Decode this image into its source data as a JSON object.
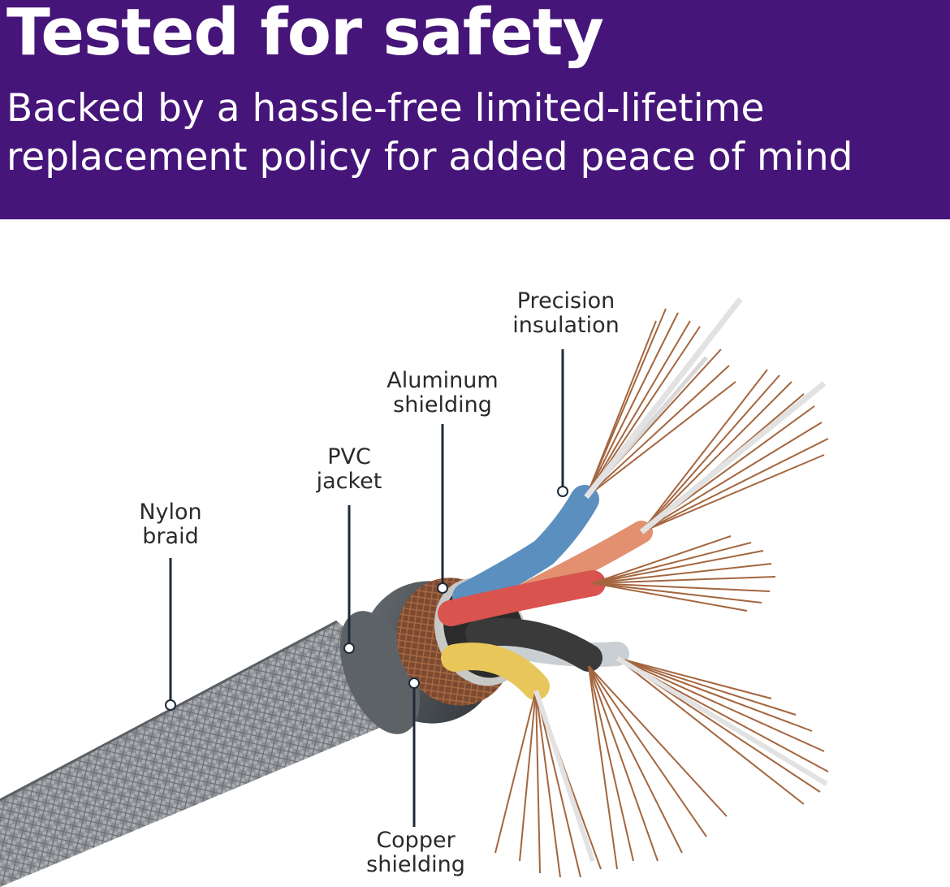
{
  "banner": {
    "title": "Tested for safety",
    "subtitle_line1": "Backed by a hassle-free limited-lifetime",
    "subtitle_line2": "replacement policy for added peace of mind",
    "background_color": "#461579"
  },
  "diagram": {
    "labels": {
      "precision_insulation": [
        "Precision",
        "insulation"
      ],
      "aluminum_shielding": [
        "Aluminum",
        "shielding"
      ],
      "pvc_jacket": [
        "PVC",
        "jacket"
      ],
      "nylon_braid": [
        "Nylon",
        "braid"
      ],
      "copper_shielding": [
        "Copper",
        "shielding"
      ]
    },
    "wire_colors": {
      "blue": "#5b8fbf",
      "orange": "#e2906f",
      "red": "#d9534f",
      "black": "#3a3a3a",
      "yellow": "#e8c659",
      "grey": "#c9cfd3",
      "copper": "#a4663f",
      "braid": "#8f9296"
    }
  }
}
